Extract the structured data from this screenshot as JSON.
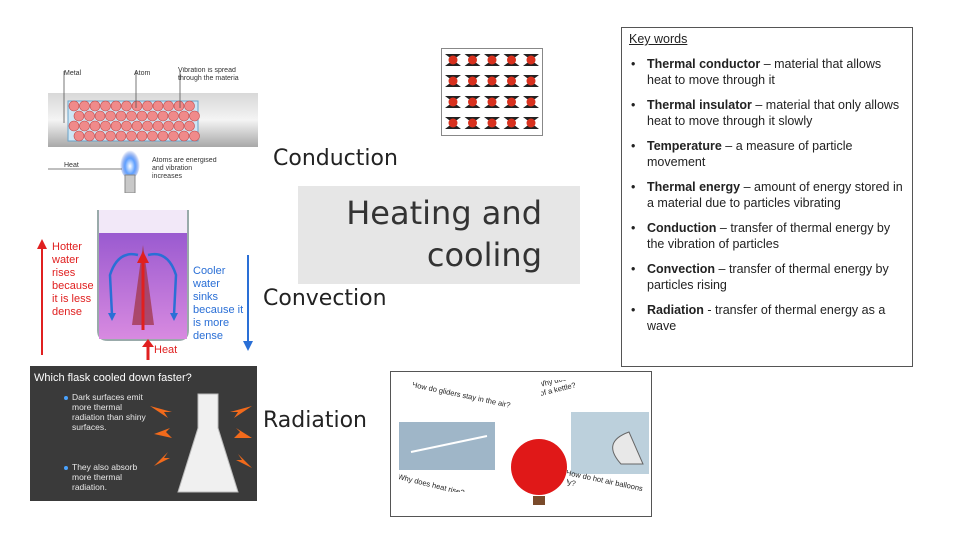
{
  "labels": {
    "conduction": "Conduction",
    "convection": "Convection",
    "radiation": "Radiation"
  },
  "title": {
    "line1": "Heating and",
    "line2": "cooling"
  },
  "key_words": {
    "heading": "Key words",
    "items": [
      {
        "term": "Thermal conductor",
        "definition": " – material that allows heat to move through it"
      },
      {
        "term": "Thermal insulator",
        "definition": " – material that only allows heat to move through it slowly"
      },
      {
        "term": "Temperature",
        "definition": " – a measure of particle movement"
      },
      {
        "term": "Thermal energy",
        "definition": " – amount of energy stored in a material due to particles vibrating"
      },
      {
        "term": "Conduction",
        "definition": " – transfer of thermal energy by the vibration of particles"
      },
      {
        "term": "Convection",
        "definition": " – transfer of thermal energy by particles rising"
      },
      {
        "term": "Radiation",
        "definition": "  - transfer of thermal energy as a wave"
      }
    ]
  },
  "metal_diagram": {
    "metal": "Metal",
    "atom": "Atom",
    "vibration": "Vibration is spread through the materia",
    "heat": "Heat",
    "atoms_energised": "Atoms are energised and vibration increases"
  },
  "convection_diagram": {
    "hotter": "Hotter water rises because it is less dense",
    "cooler": "Cooler water sinks because it is more dense",
    "heat": "Heat"
  },
  "flask_image": {
    "question": "Which flask cooled down faster?",
    "bullet1": "Dark surfaces emit more thermal radiation than shiny surfaces.",
    "bullet2": "They also absorb more thermal radiation."
  },
  "questions_image": {
    "q1": "How do gliders stay in the air?",
    "q2": "Why does steam always rise out of a kettle?",
    "q3": "Why does heat rise?",
    "q4": "How do hot air balloons fly?"
  },
  "colors": {
    "title_bg": "#e6e6e6",
    "hot_red": "#e02020",
    "cool_blue": "#2a6fd6",
    "liquid_purple": "#c070d8"
  }
}
